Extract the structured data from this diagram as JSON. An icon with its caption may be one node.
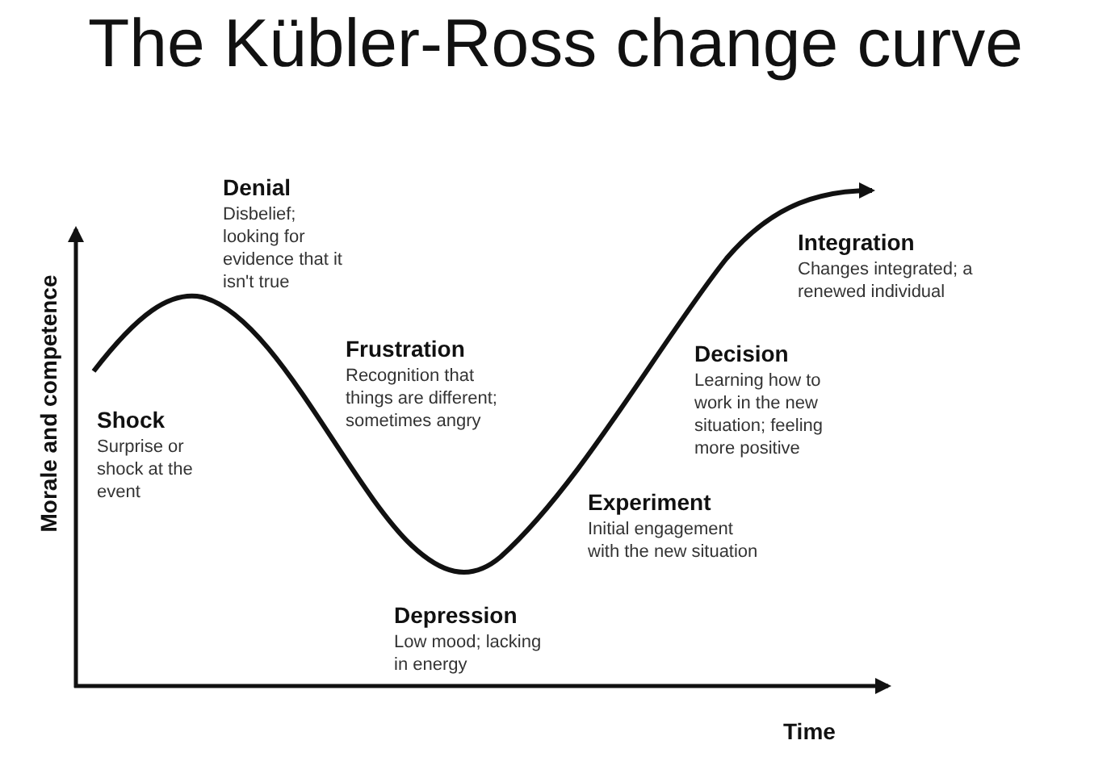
{
  "diagram": {
    "title": "The Kübler-Ross change curve",
    "labels": [
      "Denial",
      "Disbelief; looking for evidence that it isn't true",
      "Integration",
      "Changes integrated; a renewed individual",
      "Frustration",
      "Recognition that things are different; sometimes angry",
      "Decision",
      "Learning how to work in the new situation; feeling more positive",
      "Shock",
      "Surprise or shock at the event",
      "Experiment",
      "Initial engagement with the new situation",
      "Depression",
      "Low mood; lacking in energy",
      "Morale and competence",
      "Time"
    ]
  }
}
